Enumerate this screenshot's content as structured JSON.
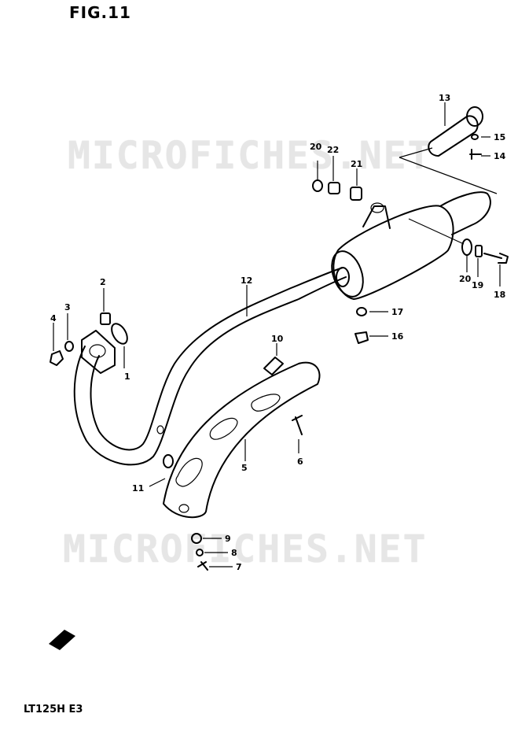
{
  "header": {
    "figure_label": "FIG.11"
  },
  "footer": {
    "model_code": "LT125H E3"
  },
  "watermark": {
    "text": "MICROFICHES.NET"
  },
  "callouts": {
    "p1": "1",
    "p2": "2",
    "p3": "3",
    "p4": "4",
    "p5": "5",
    "p6": "6",
    "p7": "7",
    "p8": "8",
    "p9": "9",
    "p10": "10",
    "p11": "11",
    "p12": "12",
    "p13": "13",
    "p14": "14",
    "p15": "15",
    "p16": "16",
    "p17": "17",
    "p18": "18",
    "p19": "19",
    "p20a": "20",
    "p20b": "20",
    "p21": "21",
    "p22": "22"
  }
}
